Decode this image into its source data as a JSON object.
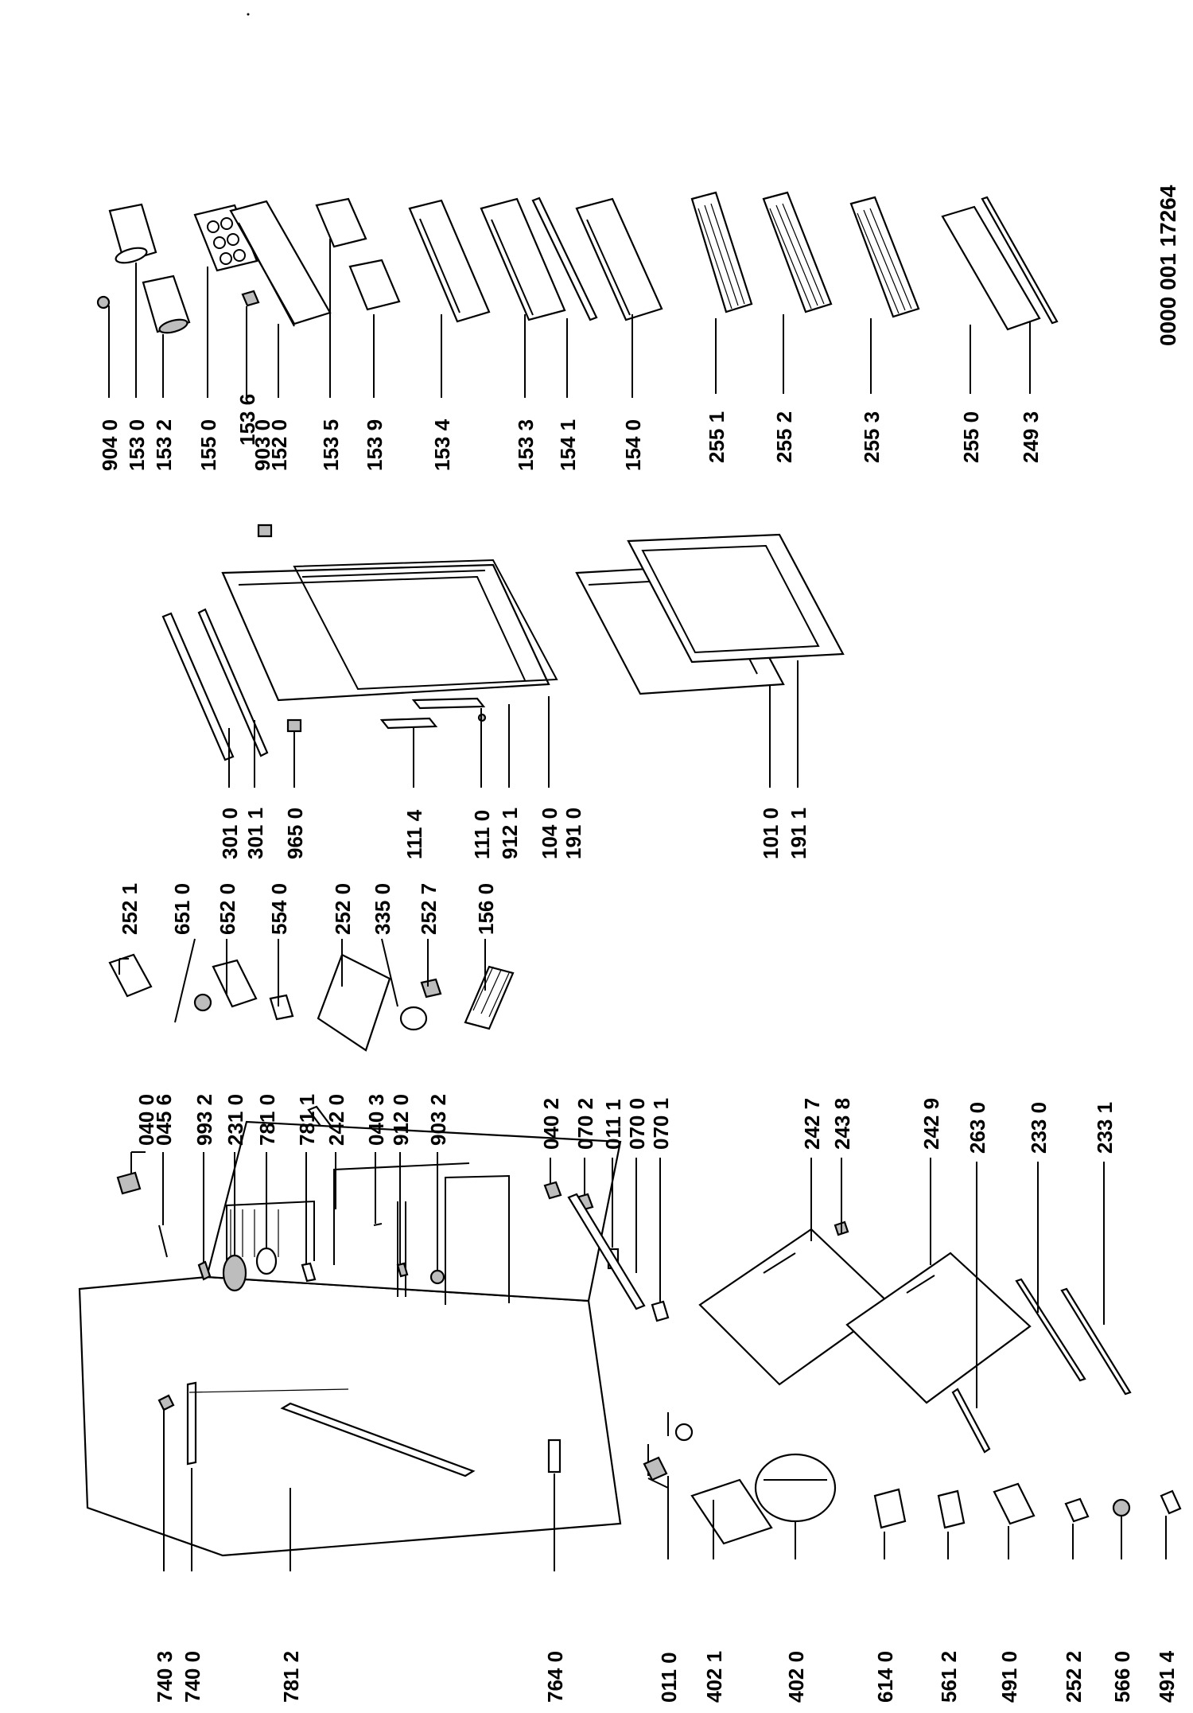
{
  "document_number": "0000 001 17264",
  "part_labels": [
    {
      "id": "l1",
      "text": "904 0"
    },
    {
      "id": "l2",
      "text": "153 0"
    },
    {
      "id": "l3",
      "text": "153 2"
    },
    {
      "id": "l4",
      "text": "155 0"
    },
    {
      "id": "l5",
      "text": "153 6"
    },
    {
      "id": "l6",
      "text": "903 0"
    },
    {
      "id": "l7",
      "text": "152 0"
    },
    {
      "id": "l8",
      "text": "153 5"
    },
    {
      "id": "l9",
      "text": "153 9"
    },
    {
      "id": "l10",
      "text": "153 4"
    },
    {
      "id": "l11",
      "text": "153 3"
    },
    {
      "id": "l12",
      "text": "154 1"
    },
    {
      "id": "l13",
      "text": "154 0"
    },
    {
      "id": "l14",
      "text": "255 1"
    },
    {
      "id": "l15",
      "text": "255 2"
    },
    {
      "id": "l16",
      "text": "255 3"
    },
    {
      "id": "l17",
      "text": "255 0"
    },
    {
      "id": "l18",
      "text": "249 3"
    },
    {
      "id": "l19",
      "text": "301 0"
    },
    {
      "id": "l20",
      "text": "301 1"
    },
    {
      "id": "l21",
      "text": "965 0"
    },
    {
      "id": "l22",
      "text": "111 4"
    },
    {
      "id": "l23",
      "text": "111 0"
    },
    {
      "id": "l24",
      "text": "912 1"
    },
    {
      "id": "l25",
      "text": "104 0"
    },
    {
      "id": "l26",
      "text": "191 0"
    },
    {
      "id": "l27",
      "text": "101 0"
    },
    {
      "id": "l28",
      "text": "191 1"
    },
    {
      "id": "l29",
      "text": "252 1"
    },
    {
      "id": "l30",
      "text": "651 0"
    },
    {
      "id": "l31",
      "text": "652 0"
    },
    {
      "id": "l32",
      "text": "554 0"
    },
    {
      "id": "l33",
      "text": "252 0"
    },
    {
      "id": "l34",
      "text": "335 0"
    },
    {
      "id": "l35",
      "text": "252 7"
    },
    {
      "id": "l36",
      "text": "156 0"
    },
    {
      "id": "l37",
      "text": "040 0"
    },
    {
      "id": "l38",
      "text": "045 6"
    },
    {
      "id": "l39",
      "text": "993 2"
    },
    {
      "id": "l40",
      "text": "231 0"
    },
    {
      "id": "l41",
      "text": "781 0"
    },
    {
      "id": "l42",
      "text": "781 1"
    },
    {
      "id": "l43",
      "text": "242 0"
    },
    {
      "id": "l44",
      "text": "040 3"
    },
    {
      "id": "l45",
      "text": "912 0"
    },
    {
      "id": "l46",
      "text": "903 2"
    },
    {
      "id": "l47",
      "text": "040 2"
    },
    {
      "id": "l48",
      "text": "070 2"
    },
    {
      "id": "l49",
      "text": "011 1"
    },
    {
      "id": "l50",
      "text": "070 0"
    },
    {
      "id": "l51",
      "text": "070 1"
    },
    {
      "id": "l52",
      "text": "242 7"
    },
    {
      "id": "l53",
      "text": "243 8"
    },
    {
      "id": "l54",
      "text": "242 9"
    },
    {
      "id": "l55",
      "text": "263 0"
    },
    {
      "id": "l56",
      "text": "233 0"
    },
    {
      "id": "l57",
      "text": "233 1"
    },
    {
      "id": "l58",
      "text": "740 3"
    },
    {
      "id": "l59",
      "text": "740 0"
    },
    {
      "id": "l60",
      "text": "781 2"
    },
    {
      "id": "l61",
      "text": "764 0"
    },
    {
      "id": "l62",
      "text": "011 0"
    },
    {
      "id": "l63",
      "text": "402 1"
    },
    {
      "id": "l64",
      "text": "402 0"
    },
    {
      "id": "l65",
      "text": "614 0"
    },
    {
      "id": "l66",
      "text": "561 2"
    },
    {
      "id": "l67",
      "text": "491 0"
    },
    {
      "id": "l68",
      "text": "252 2"
    },
    {
      "id": "l69",
      "text": "566 0"
    },
    {
      "id": "l70",
      "text": "491 4"
    }
  ]
}
